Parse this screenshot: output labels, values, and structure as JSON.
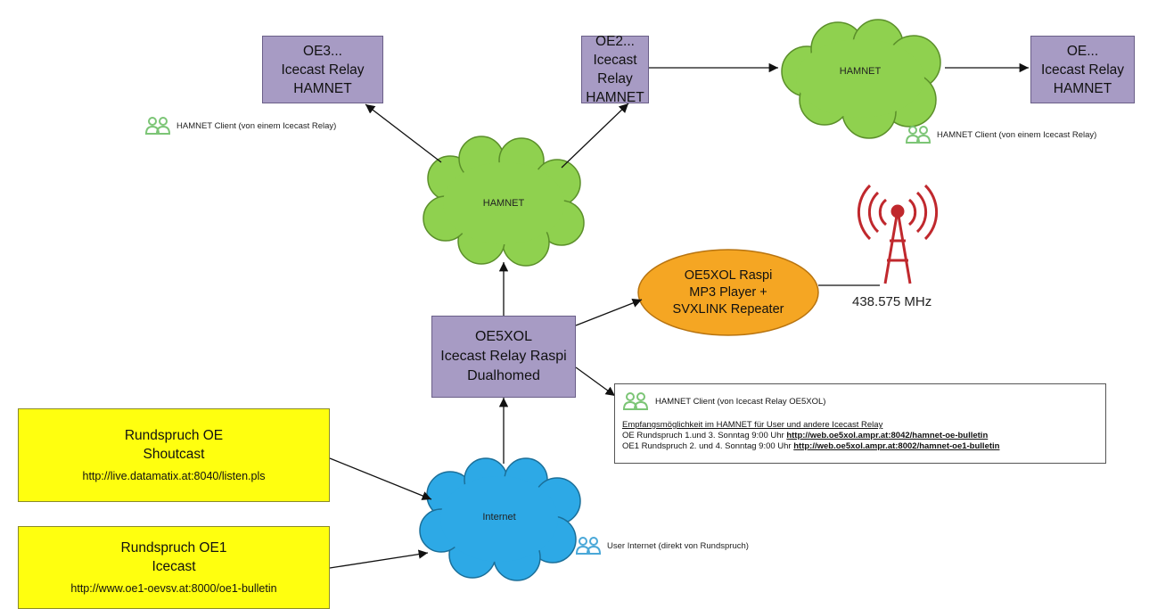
{
  "nodes": {
    "oe3_relay": {
      "line1": "OE3...",
      "line2": "Icecast Relay",
      "line3": "HAMNET"
    },
    "oe2_relay": {
      "line1": "OE2...",
      "line2": "Icecast Relay",
      "line3": "HAMNET"
    },
    "oe_relay": {
      "line1": "OE...",
      "line2": "Icecast Relay",
      "line3": "HAMNET"
    },
    "oe5xol_relay": {
      "line1": "OE5XOL",
      "line2": "Icecast Relay Raspi",
      "line3": "Dualhomed"
    },
    "oe5xol_raspi": {
      "line1": "OE5XOL Raspi",
      "line2": "MP3 Player +",
      "line3": "SVXLINK Repeater"
    },
    "source_oe": {
      "title1": "Rundspruch OE",
      "title2": "Shoutcast",
      "url": "http://live.datamatix.at:8040/listen.pls"
    },
    "source_oe1": {
      "title1": "Rundspruch OE1",
      "title2": "Icecast",
      "url": "http://www.oe1-oevsv.at:8000/oe1-bulletin"
    }
  },
  "clouds": {
    "hamnet_top": "HAMNET",
    "hamnet_mid": "HAMNET",
    "internet": "Internet"
  },
  "clients": {
    "hamnet_client_left": "HAMNET Client (von einem Icecast Relay)",
    "hamnet_client_right": "HAMNET Client (von einem Icecast Relay)",
    "user_internet": "User Internet (direkt von Rundspruch)"
  },
  "antenna": {
    "frequency": "438.575 MHz"
  },
  "infobox": {
    "header": "HAMNET Client (von Icecast Relay OE5XOL)",
    "subtitle": "Empfangsmöglichkeit im HAMNET für User und andere Icecast Relay",
    "row1_text": "OE Rundspruch 1.und 3. Sonntag 9:00 Uhr ",
    "row1_link": "http://web.oe5xol.ampr.at:8042/hamnet-oe-bulletin",
    "row2_text": "OE1 Rundspruch 2. und 4. Sonntag 9:00 Uhr ",
    "row2_link": "http://web.oe5xol.ampr.at:8002/hamnet-oe1-bulletin"
  },
  "colors": {
    "relay_box": "#a79bc4",
    "source_box": "#ffff0f",
    "hamnet_cloud": "#8fd14f",
    "internet_cloud": "#2da9e6",
    "raspi_oval": "#f5a623",
    "antenna": "#c0282d",
    "client_icon_green": "#7cc576",
    "client_icon_blue": "#4aa8d8"
  }
}
